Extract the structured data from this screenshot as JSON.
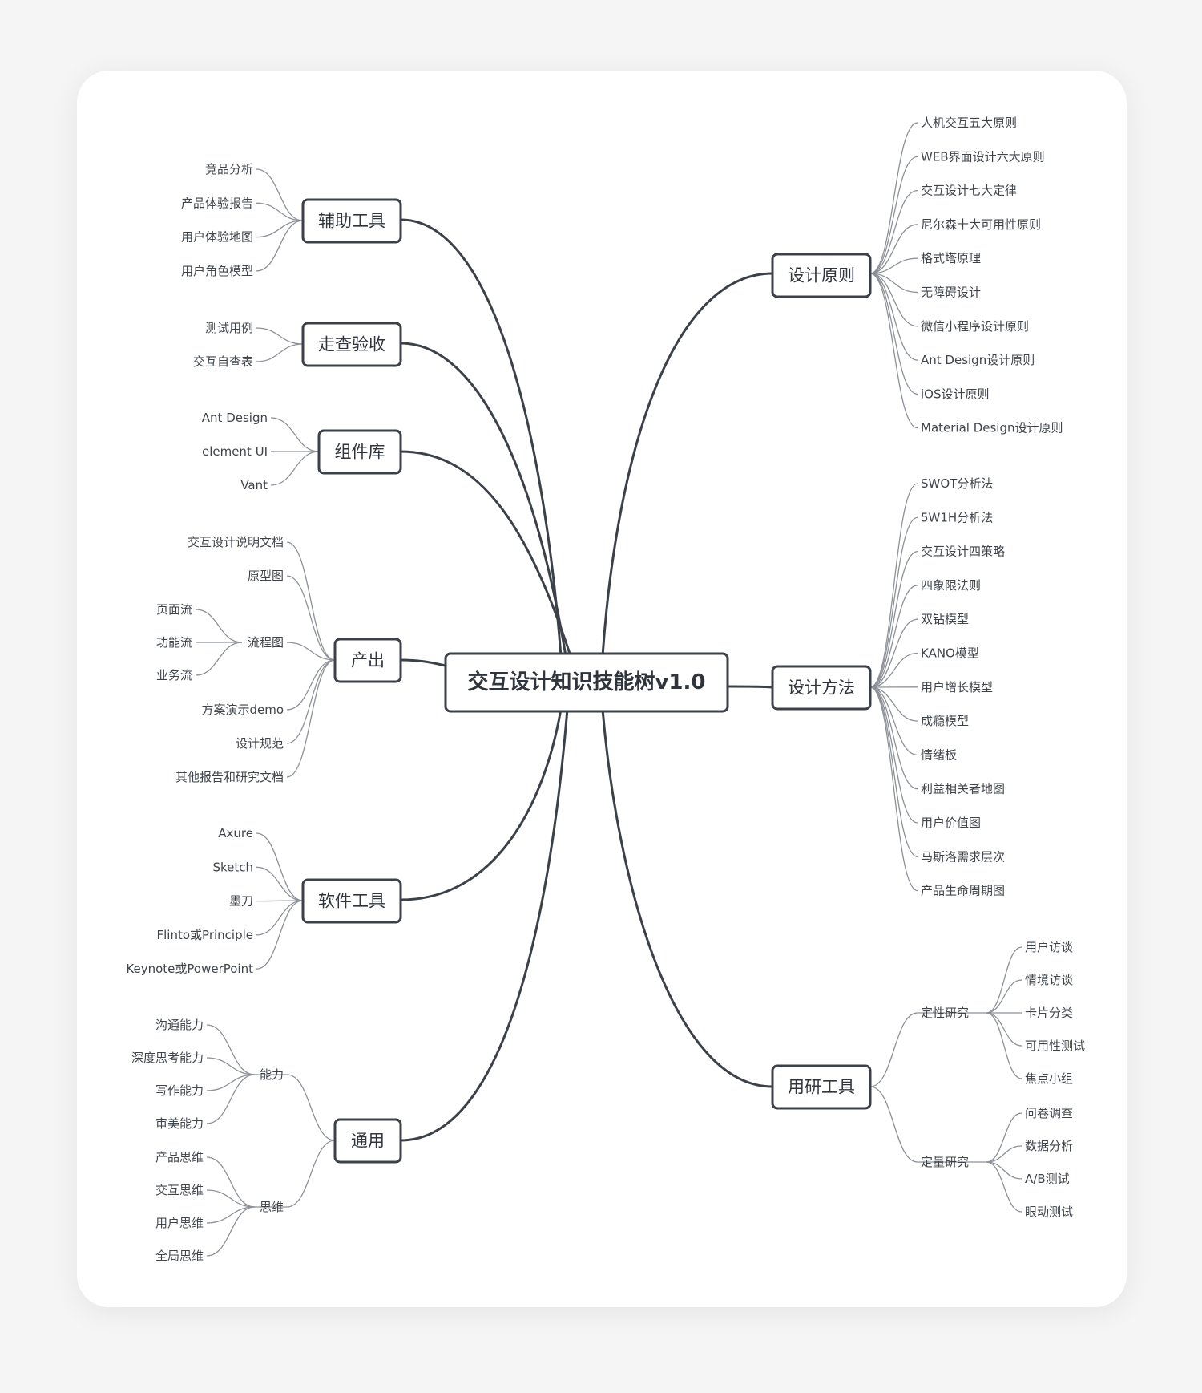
{
  "root": "交互设计知识技能树v1.0",
  "branches": {
    "design_principles": {
      "label": "设计原则",
      "items": [
        "人机交互五大原则",
        "WEB界面设计六大原则",
        "交互设计七大定律",
        "尼尔森十大可用性原则",
        "格式塔原理",
        "无障碍设计",
        "微信小程序设计原则",
        "Ant Design设计原则",
        "iOS设计原则",
        "Material Design设计原则"
      ]
    },
    "design_methods": {
      "label": "设计方法",
      "items": [
        "SWOT分析法",
        "5W1H分析法",
        "交互设计四策略",
        "四象限法则",
        "双钻模型",
        "KANO模型",
        "用户增长模型",
        "成瘾模型",
        "情绪板",
        "利益相关者地图",
        "用户价值图",
        "马斯洛需求层次",
        "产品生命周期图"
      ]
    },
    "research_tools": {
      "label": "用研工具",
      "qualitative": {
        "label": "定性研究",
        "items": [
          "用户访谈",
          "情境访谈",
          "卡片分类",
          "可用性测试",
          "焦点小组"
        ]
      },
      "quantitative": {
        "label": "定量研究",
        "items": [
          "问卷调查",
          "数据分析",
          "A/B测试",
          "眼动测试"
        ]
      }
    },
    "aux_tools": {
      "label": "辅助工具",
      "items": [
        "竞品分析",
        "产品体验报告",
        "用户体验地图",
        "用户角色模型"
      ]
    },
    "walkthrough": {
      "label": "走查验收",
      "items": [
        "测试用例",
        "交互自查表"
      ]
    },
    "component_lib": {
      "label": "组件库",
      "items": [
        "Ant Design",
        "element UI",
        "Vant"
      ]
    },
    "output": {
      "label": "产出",
      "items": [
        "交互设计说明文档",
        "原型图",
        "流程图",
        "方案演示demo",
        "设计规范",
        "其他报告和研究文档"
      ],
      "flowchart_items": [
        "页面流",
        "功能流",
        "业务流"
      ]
    },
    "software": {
      "label": "软件工具",
      "items": [
        "Axure",
        "Sketch",
        "墨刀",
        "Flinto或Principle",
        "Keynote或PowerPoint"
      ]
    },
    "general": {
      "label": "通用",
      "ability": {
        "label": "能力",
        "items": [
          "沟通能力",
          "深度思考能力",
          "写作能力",
          "审美能力"
        ]
      },
      "thinking": {
        "label": "思维",
        "items": [
          "产品思维",
          "交互思维",
          "用户思维",
          "全局思维"
        ]
      }
    }
  }
}
